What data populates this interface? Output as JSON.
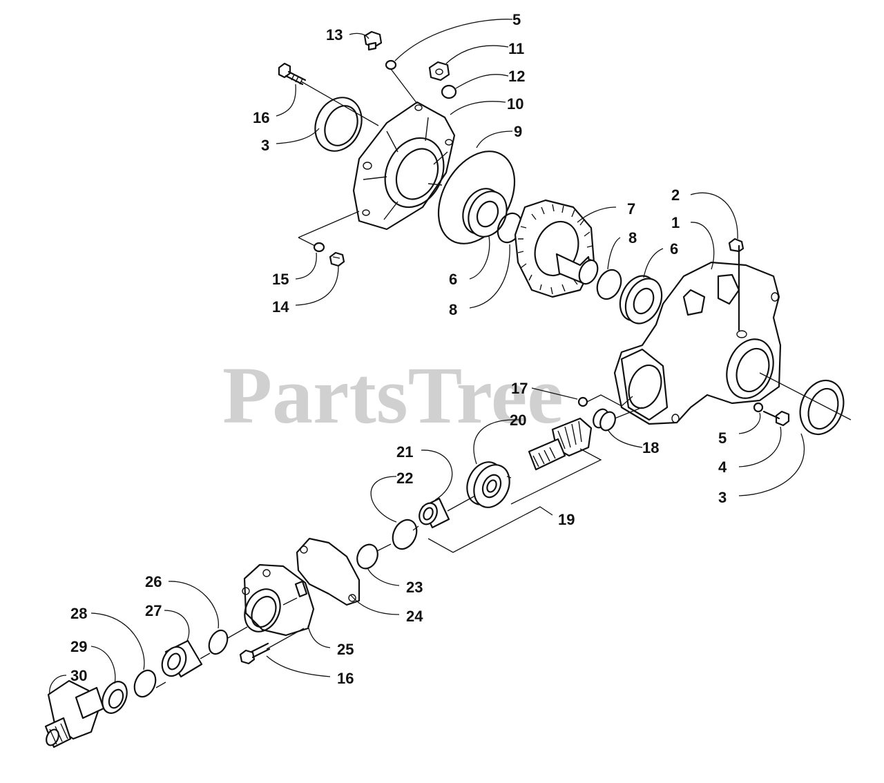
{
  "watermark": "PartsTree",
  "callouts": {
    "c1": "1",
    "c2": "2",
    "c3a": "3",
    "c3b": "3",
    "c4": "4",
    "c5a": "5",
    "c5b": "5",
    "c6a": "6",
    "c6b": "6",
    "c7": "7",
    "c8a": "8",
    "c8b": "8",
    "c9": "9",
    "c10": "10",
    "c11": "11",
    "c12": "12",
    "c13": "13",
    "c14": "14",
    "c15": "15",
    "c16a": "16",
    "c16b": "16",
    "c17": "17",
    "c18": "18",
    "c19": "19",
    "c20": "20",
    "c21": "21",
    "c22": "22",
    "c23": "23",
    "c24": "24",
    "c25": "25",
    "c26": "26",
    "c27": "27",
    "c28": "28",
    "c29": "29",
    "c30": "30"
  },
  "colors": {
    "line": "#111111",
    "watermark": "#c8c8c8",
    "background": "#ffffff"
  }
}
